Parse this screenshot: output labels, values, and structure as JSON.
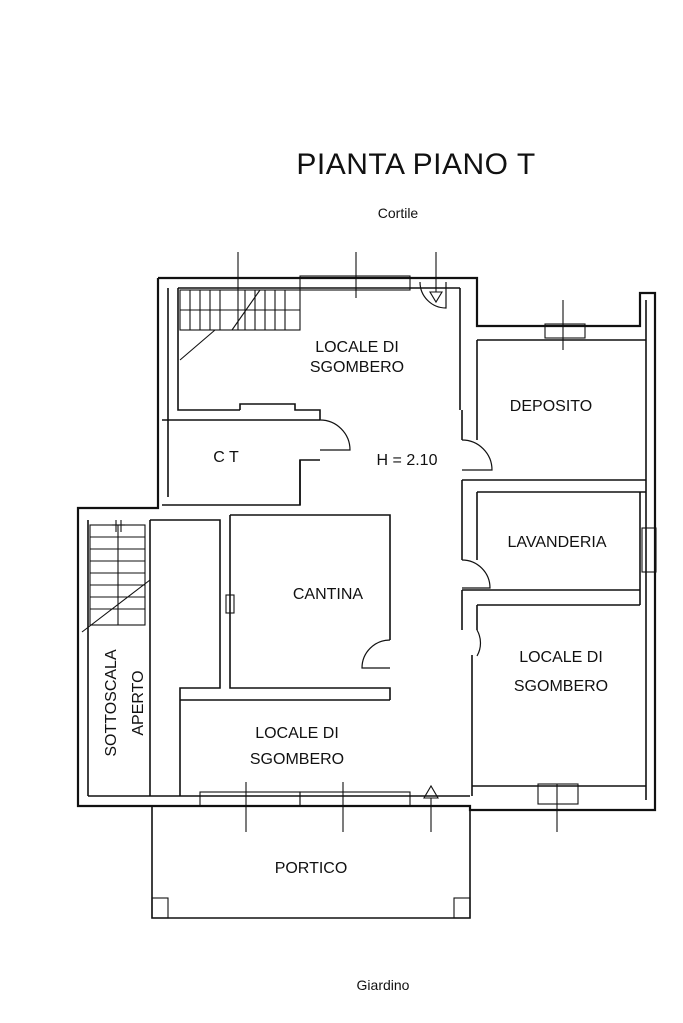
{
  "plan": {
    "title": "PIANTA PIANO T",
    "north_label": "Cortile",
    "south_label": "Giardino",
    "height_note": "H = 2.10",
    "rooms": {
      "locale_top_line1": "LOCALE DI",
      "locale_top_line2": "SGOMBERO",
      "deposito": "DEPOSITO",
      "ct": "C T",
      "lavanderia": "LAVANDERIA",
      "cantina": "CANTINA",
      "locale_right_line1": "LOCALE DI",
      "locale_right_line2": "SGOMBERO",
      "sottoscala_line1": "SOTTOSCALA",
      "sottoscala_line2": "APERTO",
      "locale_bottom_line1": "LOCALE DI",
      "locale_bottom_line2": "SGOMBERO",
      "portico": "PORTICO"
    }
  }
}
